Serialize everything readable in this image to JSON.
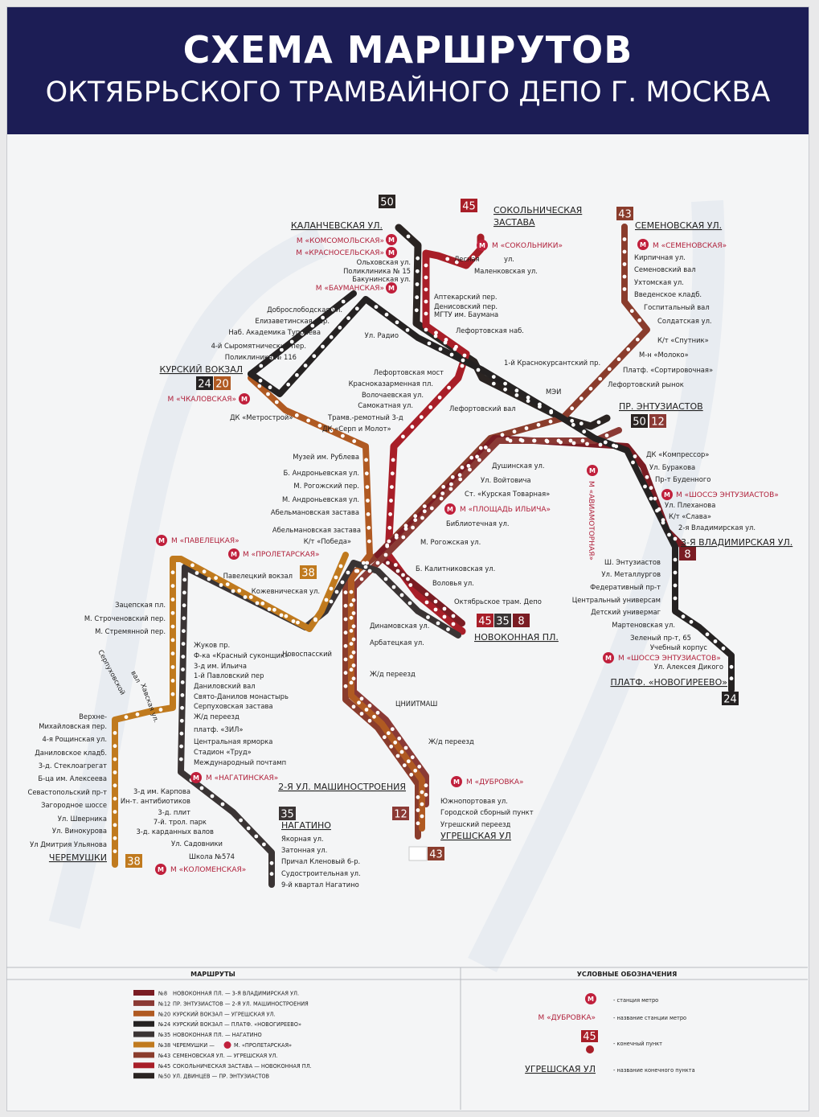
{
  "header": {
    "title": "СХЕМА МАРШРУТОВ",
    "subtitle": "ОКТЯБРЬСКОГО ТРАМВАЙНОГО ДЕПО Г. МОСКВА"
  },
  "colors": {
    "r8": "#7a1c23",
    "r12": "#8b3a35",
    "r20": "#b05a22",
    "r24": "#252222",
    "r35": "#3a3434",
    "r38": "#c07a1e",
    "r43": "#8a3c2c",
    "r45": "#a81e28",
    "r50": "#2a2422",
    "metro": "#c0203c",
    "header": "#1c1d55"
  },
  "terminals": [
    {
      "id": "kalanchevskaya",
      "label": "КАЛАНЧЕВСКАЯ УЛ."
    },
    {
      "id": "sokolnicheskaya",
      "label": "СОКОЛЬНИЧЕСКАЯ"
    },
    {
      "id": "sokolnicheskaya2",
      "label": "ЗАСТАВА"
    },
    {
      "id": "semenovskaya",
      "label": "СЕМЕНОВСКАЯ УЛ."
    },
    {
      "id": "kursky",
      "label": "КУРСКИЙ ВОКЗАЛ"
    },
    {
      "id": "entuziastov",
      "label": "ПР. ЭНТУЗИАСТОВ"
    },
    {
      "id": "vladimirskaya",
      "label": "3-Я ВЛАДИМИРСКАЯ УЛ."
    },
    {
      "id": "novokonnaya",
      "label": "НОВОКОННАЯ ПЛ."
    },
    {
      "id": "novogireevo",
      "label": "ПЛАТФ. «НОВОГИРЕЕВО»"
    },
    {
      "id": "mashinostroeniya",
      "label": "2-Я УЛ. МАШИНОСТРОЕНИЯ"
    },
    {
      "id": "nagatino",
      "label": "НАГАТИНО"
    },
    {
      "id": "ugreshskaya",
      "label": "УГРЕШСКАЯ УЛ"
    },
    {
      "id": "cheremushki",
      "label": "ЧЕРЕМУШКИ"
    }
  ],
  "route_numbers": {
    "n50a": "50",
    "n45a": "45",
    "n43a": "43",
    "n24a": "24",
    "n20a": "20",
    "n50b": "50",
    "n12a": "12",
    "n8a": "8",
    "n45b": "45",
    "n35a": "35",
    "n8b": "8",
    "n24b": "24",
    "n38a": "38",
    "n12b": "12",
    "n35b": "35",
    "n43b": "43",
    "n38b": "38"
  },
  "metro_stations": [
    "М «КОМСОМОЛЬСКАЯ»",
    "М «КРАСНОСЕЛЬСКАЯ»",
    "М «БАУМАНСКАЯ»",
    "М «СОКОЛЬНИКИ»",
    "М «СЕМЕНОВСКАЯ»",
    "М «ЧКАЛОВСКАЯ»",
    "М «АВИАМОТОРНАЯ»",
    "М «ШОССЭ ЭНТУЗИАСТОВ»",
    "М «ПЛОЩАДЬ ИЛЬИЧА»",
    "М «ПАВЕЛЕЦКАЯ»",
    "М «ПРОЛЕТАРСКАЯ»",
    "М «ШОССЭ ЭНТУЗИАСТОВ»",
    "М «ДУБРОВКА»",
    "М «НАГАТИНСКАЯ»",
    "М «КОЛОМЕНСКАЯ»"
  ],
  "stops": [
    "Ольховская ул.",
    "Поликлиника № 15",
    "Бакунинская ул.",
    "Доброслободская ул.",
    "Елизаветинская пер.",
    "Наб. Академика Туполева",
    "4-й Сыромятнический пер.",
    "Поликлиника № 116",
    "Ул. Радио",
    "Лесная",
    "ул.",
    "Маленковская ул.",
    "Аптекарский пер.",
    "Денисовский пер.",
    "МГТУ им. Баумана",
    "Лефортовская наб.",
    "Кирпичная ул.",
    "Семеновский вал",
    "Ухтомская ул.",
    "Введенское кладб.",
    "Госпитальный вал",
    "Солдатская ул.",
    "К/т «Спутник»",
    "М-н «Молоко»",
    "Платф. «Сортировочная»",
    "Лефортовский рынок",
    "1-й Краснокурсантский пр.",
    "МЭИ",
    "Лефортовская мост",
    "Красноказарменная пл.",
    "Волочаевская ул.",
    "Самокатная ул.",
    "Лефортовский вал",
    "ДК «Метрострой»",
    "Трамв.-ремотный 3-д",
    "ДК «Серп и Молот»",
    "ДК «Компрессор»",
    "Ул. Буракова",
    "Пр-т Буденного",
    "Ул. Плеханова",
    "К/т «Слава»",
    "2-я Владимирская ул.",
    "Музей им. Рублева",
    "Б. Андроньевская ул.",
    "М. Рогожский пер.",
    "М. Андроньевская ул.",
    "Абельмановская застава",
    "Абельмановская застава",
    "К/т «Победа»",
    "Душинская ул.",
    "Ул. Войтовича",
    "Ст. «Курская Товарная»",
    "Библиотечная ул.",
    "М. Рогожская ул.",
    "Ш. Энтузиастов",
    "Ул. Металлургов",
    "Федеративный пр-т",
    "Центральный универсам",
    "Детский универмаг",
    "Мартеновская ул.",
    "Зеленый пр-т, 65",
    "Учебный корпус",
    "Ул. Алексея Дикого",
    "Павелецкий вокзал",
    "Кожевническая ул.",
    "Б. Калитниковская ул.",
    "Воловья ул.",
    "Октябрьское трам. Депо",
    "Зацепская пл.",
    "М. Строченовский пер.",
    "М. Стремянной пер.",
    "Динамовская ул.",
    "Арбатецкая ул.",
    "Новоспасский",
    "Жуков пр.",
    "Ф-ка «Красный суконщик»",
    "3-д им. Ильича",
    "1-й Павловский пер",
    "Даниловский вал",
    "Свято-Данилов монастырь",
    "Серпуховская застава",
    "Ж/д переезд",
    "платф. «ЗИЛ»",
    "Центральная ярморка",
    "Стадион «Труд»",
    "Международный почтамп",
    "Ж/д переезд",
    "ЦНИИТМАШ",
    "Ж/д переезд",
    "Серпуховской",
    "вал",
    "Хавская ул.",
    "Верхне-",
    "Михайловская пер.",
    "4-я Рощинская ул.",
    "Даниловское кладб.",
    "3-д. Стеклоагрегат",
    "Б-ца им. Алексеева",
    "Севастопольский пр-т",
    "Загородное шоссе",
    "Ул. Шверника",
    "Ул. Винокурова",
    "Ул Дмитрия Ульянова",
    "3-д им. Карпова",
    "Ин-т. антибиотиков",
    "3-д. плит",
    "7-й. трол. парк",
    "3-д. карданных валов",
    "Ул. Садовники",
    "Школа №574",
    "Якорная ул.",
    "Затонная ул.",
    "Причал Кленовый 6-р.",
    "Судостроительная ул.",
    "9-й квартал Нагатино",
    "Южнопортовая ул.",
    "Городской сборный пункт",
    "Угрешский переезд"
  ],
  "legend": {
    "routes_title": "МАРШРУТЫ",
    "symbols_title": "УСЛОВНЫЕ ОБОЗНАЧЕНИЯ",
    "routes": [
      {
        "num": "№8",
        "text": "НОВОКОННАЯ ПЛ. — 3-Я ВЛАДИМИРСКАЯ УЛ."
      },
      {
        "num": "№12",
        "text": "ПР. ЭНТУЗИАСТОВ — 2-Я УЛ. МАШИНОСТРОЕНИЯ"
      },
      {
        "num": "№20",
        "text": "КУРСКИЙ ВОКЗАЛ — УГРЕШСКАЯ УЛ."
      },
      {
        "num": "№24",
        "text": "КУРСКИЙ ВОКЗАЛ — ПЛАТФ. «НОВОГИРЕЕВО»"
      },
      {
        "num": "№35",
        "text": "НОВОКОННАЯ ПЛ. — НАГАТИНО"
      },
      {
        "num": "№38",
        "text": "ЧЕРЕМУШКИ —"
      },
      {
        "num": "№43",
        "text": "СЕМЕНОВСКАЯ УЛ. — УГРЕШСКАЯ УЛ."
      },
      {
        "num": "№45",
        "text": "СОКОЛЬНИЧЕСКАЯ ЗАСТАВА — НОВОКОННАЯ ПЛ."
      },
      {
        "num": "№50",
        "text": "УЛ. ДВИНЦЕВ — ПР. ЭНТУЗИАСТОВ"
      }
    ],
    "route38_tail": "М. «ПРОЛЕТАРСКАЯ»",
    "symbols": [
      {
        "sample": "",
        "text": "- станция метро"
      },
      {
        "sample": "М «ДУБРОВКА»",
        "text": "- название станции метро"
      },
      {
        "sample": "45",
        "text": "- конечный пункт"
      },
      {
        "sample": "УГРЕШСКАЯ УЛ",
        "text": "- название конечного пункта"
      }
    ]
  }
}
